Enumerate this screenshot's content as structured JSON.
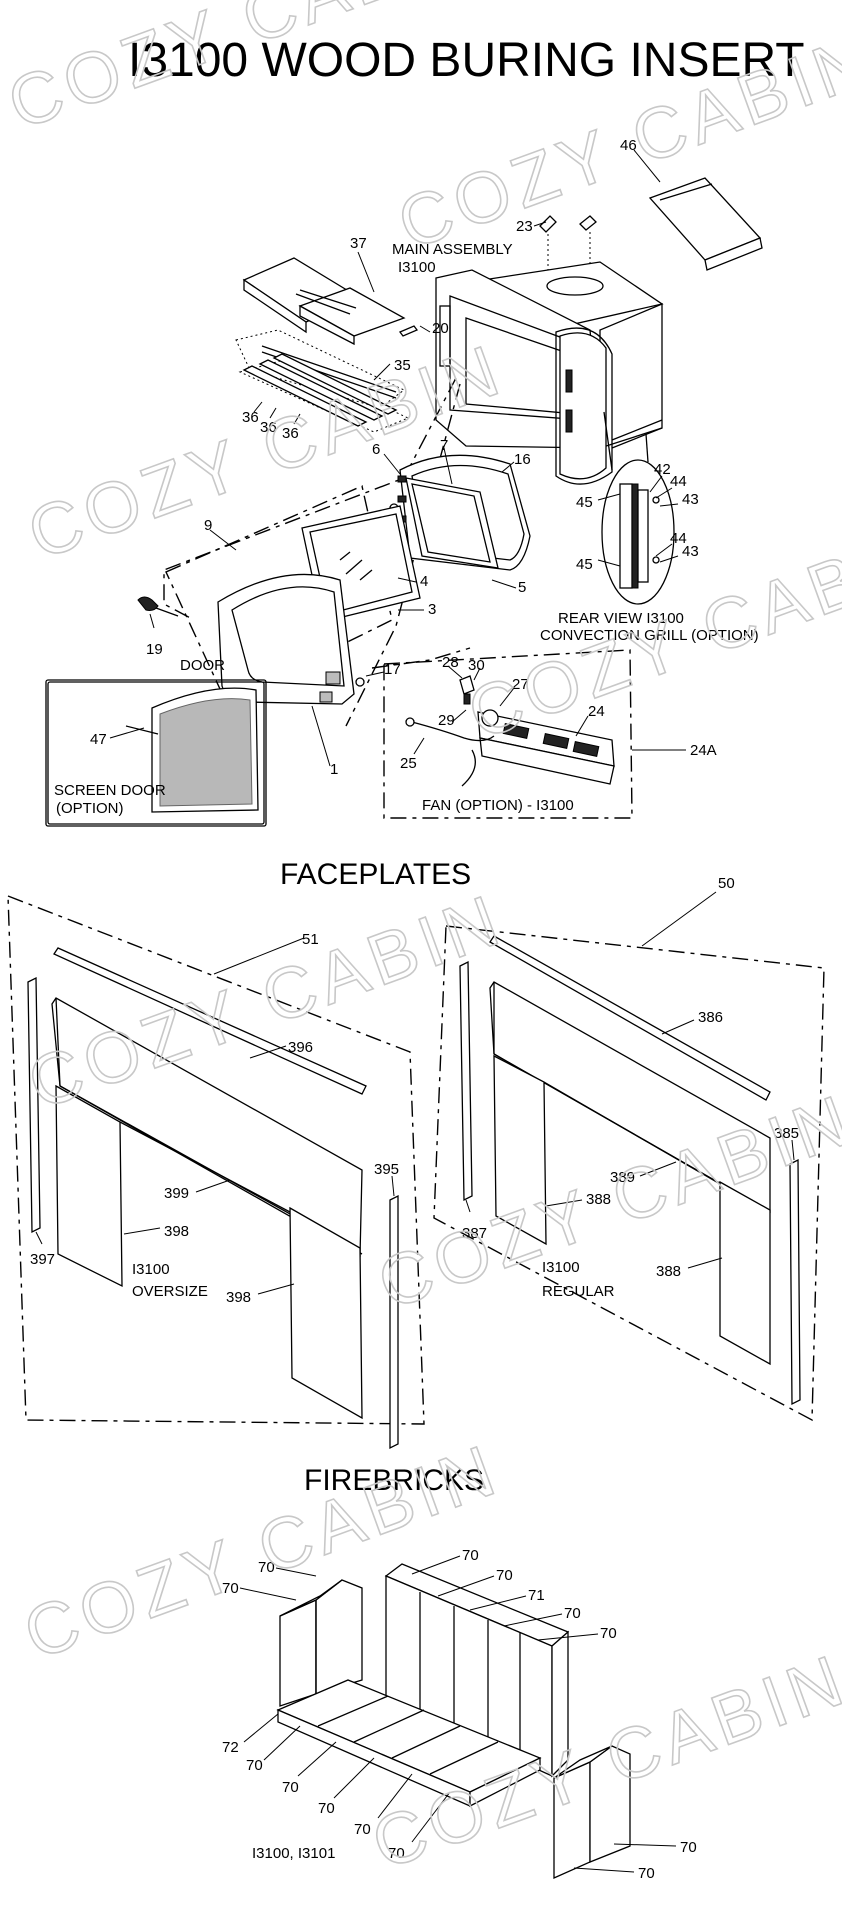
{
  "title": "I3100 WOOD BURING INSERT",
  "watermark": "COZY CABIN",
  "sections": {
    "faceplates": "FACEPLATES",
    "firebricks": "FIREBRICKS"
  },
  "labels": {
    "main_assembly_1": "MAIN ASSEMBLY",
    "main_assembly_2": "I3100",
    "rear_view_1": "REAR VIEW I3100",
    "rear_view_2": "CONVECTION GRILL (OPTION)",
    "door": "DOOR",
    "screen_door_1": "SCREEN DOOR",
    "screen_door_2": "(OPTION)",
    "fan": "FAN (OPTION) - I3100",
    "oversize_1": "I3100",
    "oversize_2": "OVERSIZE",
    "regular_1": "I3100",
    "regular_2": "REGULAR",
    "firebrick_models": "I3100, I3101"
  },
  "parts": {
    "p46": "46",
    "p23": "23",
    "p37": "37",
    "p20": "20",
    "p35": "35",
    "p36a": "36",
    "p36b": "36",
    "p36c": "36",
    "p6": "6",
    "p7": "7",
    "p16": "16",
    "p9": "9",
    "p4": "4",
    "p3": "3",
    "p5": "5",
    "p19": "19",
    "p17": "17",
    "p1": "1",
    "p47": "47",
    "p42": "42",
    "p44a": "44",
    "p43a": "43",
    "p45a": "45",
    "p45b": "45",
    "p44b": "44",
    "p43b": "43",
    "p28": "28",
    "p30": "30",
    "p27": "27",
    "p29": "29",
    "p24": "24",
    "p24a": "24A",
    "p25": "25",
    "p51": "51",
    "p50": "50",
    "p396": "396",
    "p399": "399",
    "p398a": "398",
    "p398b": "398",
    "p397": "397",
    "p395": "395",
    "p386": "386",
    "p389": "389",
    "p388a": "388",
    "p388b": "388",
    "p387": "387",
    "p385": "385",
    "p70a": "70",
    "p70b": "70",
    "p70c": "70",
    "p70d": "70",
    "p71": "71",
    "p70e": "70",
    "p70f": "70",
    "p72": "72",
    "p70g": "70",
    "p70h": "70",
    "p70i": "70",
    "p70j": "70",
    "p70k": "70",
    "p70l": "70",
    "p70m": "70"
  }
}
